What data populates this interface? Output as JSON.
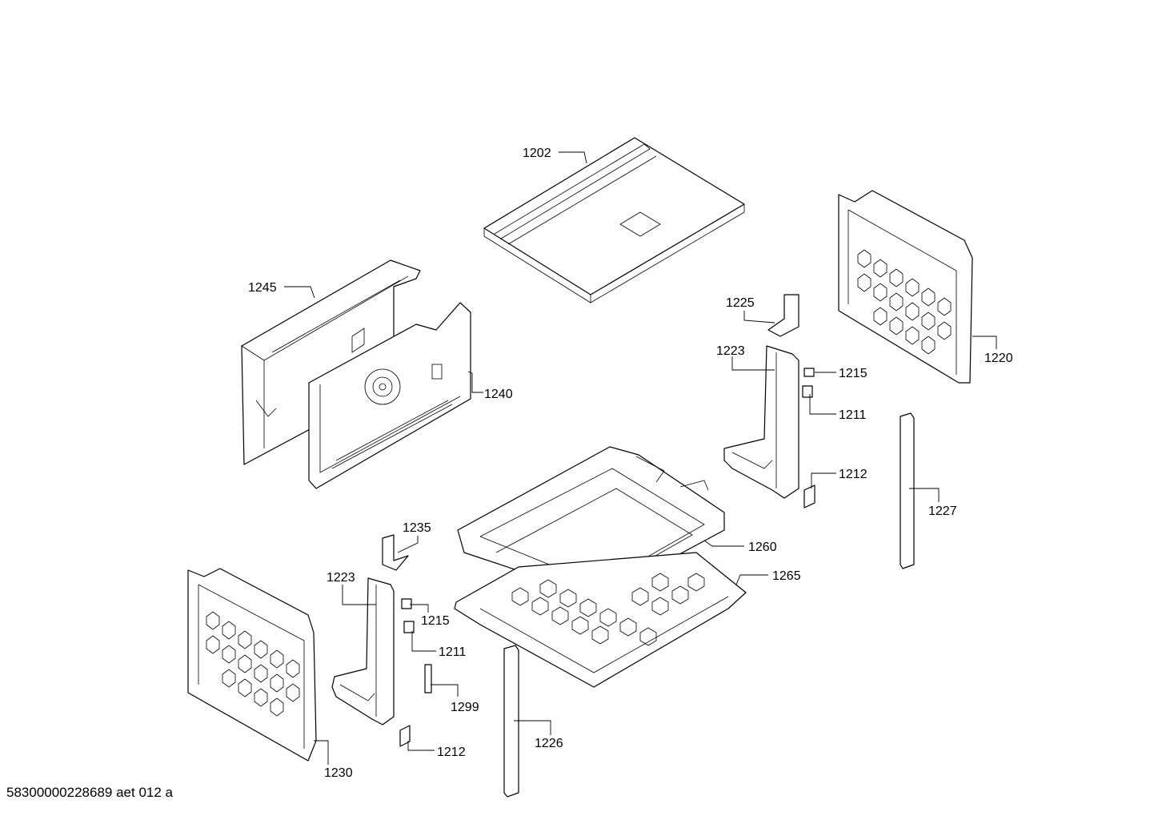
{
  "callouts": {
    "c1202": "1202",
    "c1245": "1245",
    "c1240": "1240",
    "c1225": "1225",
    "c1223a": "1223",
    "c1215a": "1215",
    "c1211a": "1211",
    "c1212a": "1212",
    "c1220": "1220",
    "c1227": "1227",
    "c1235": "1235",
    "c1223b": "1223",
    "c1215b": "1215",
    "c1211b": "1211",
    "c1299": "1299",
    "c1212b": "1212",
    "c1230": "1230",
    "c1260": "1260",
    "c1265": "1265",
    "c1226": "1226"
  },
  "footer": {
    "document_id": "58300000228689 aet 012 a"
  }
}
